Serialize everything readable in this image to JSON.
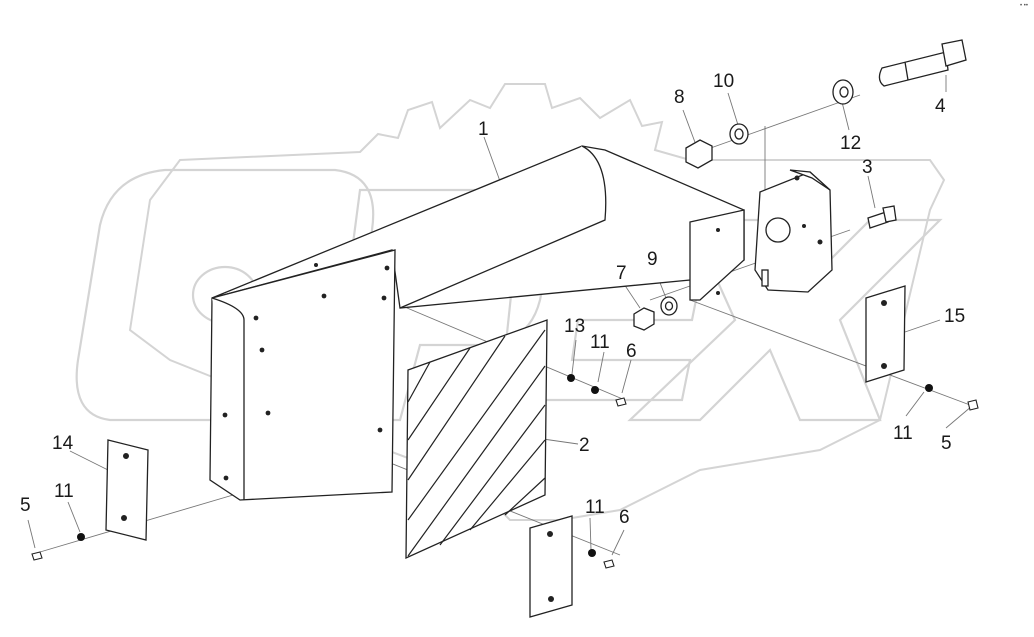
{
  "watermark": {
    "text": "OPEX",
    "icon": "gear-watermark-icon"
  },
  "corner_mark": "• ••",
  "callouts": [
    {
      "id": "c1",
      "text": "1"
    },
    {
      "id": "c2",
      "text": "2"
    },
    {
      "id": "c3",
      "text": "3"
    },
    {
      "id": "c4",
      "text": "4"
    },
    {
      "id": "c5a",
      "text": "5"
    },
    {
      "id": "c5b",
      "text": "5"
    },
    {
      "id": "c6a",
      "text": "6"
    },
    {
      "id": "c6b",
      "text": "6"
    },
    {
      "id": "c7",
      "text": "7"
    },
    {
      "id": "c8",
      "text": "8"
    },
    {
      "id": "c9",
      "text": "9"
    },
    {
      "id": "c10",
      "text": "10"
    },
    {
      "id": "c11a",
      "text": "11"
    },
    {
      "id": "c11b",
      "text": "11"
    },
    {
      "id": "c11c",
      "text": "11"
    },
    {
      "id": "c11d",
      "text": "11"
    },
    {
      "id": "c12",
      "text": "12"
    },
    {
      "id": "c13",
      "text": "13"
    },
    {
      "id": "c14",
      "text": "14"
    },
    {
      "id": "c15",
      "text": "15"
    }
  ]
}
